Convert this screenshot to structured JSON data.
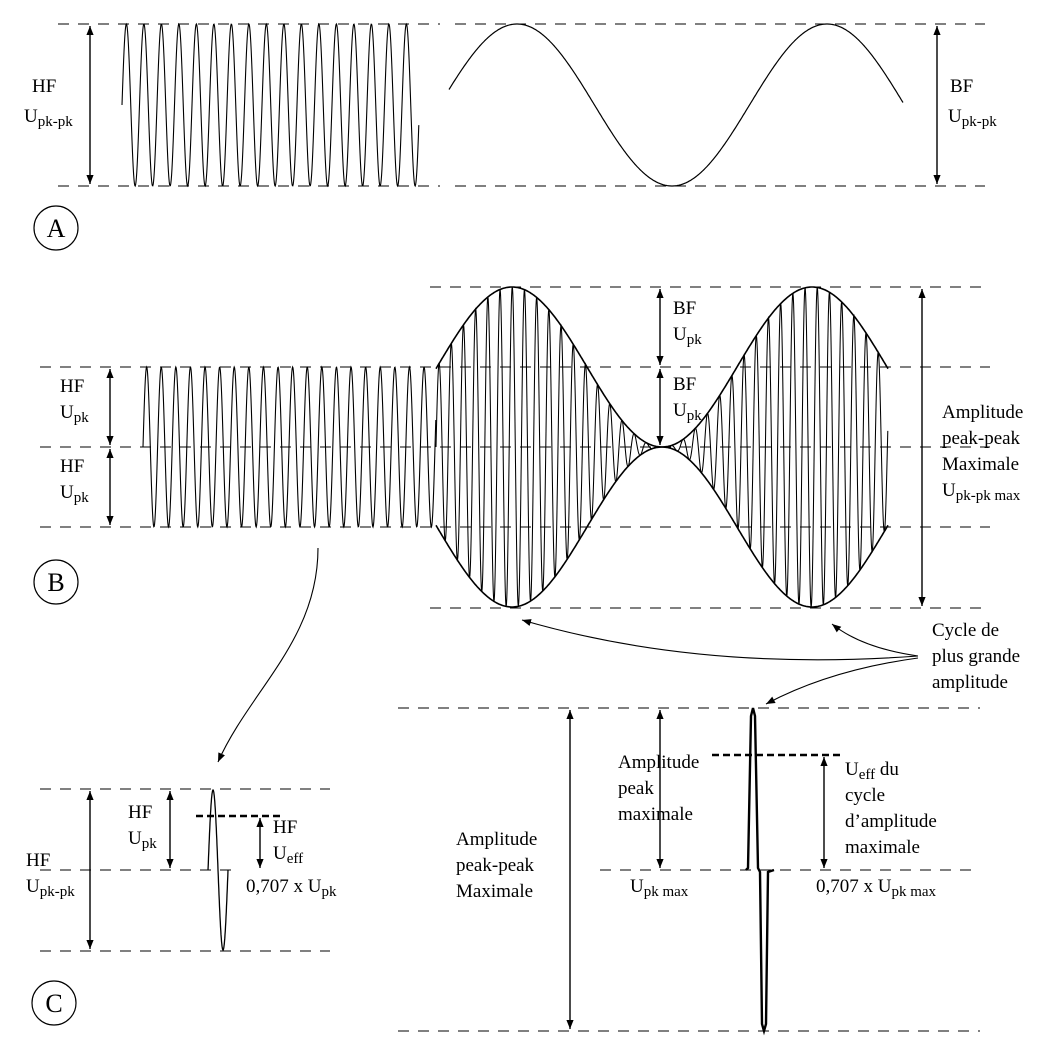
{
  "panels": {
    "a": {
      "label": "A"
    },
    "b": {
      "label": "B"
    },
    "c": {
      "label": "C"
    }
  },
  "labels": {
    "hf": "HF",
    "bf": "BF",
    "u": "U",
    "pk_pk": "pk-pk",
    "pk": "pk",
    "eff": "eff",
    "pk_max": "pk max",
    "pk_pk_max": "pk-pk max",
    "amplitude": "Amplitude",
    "peak_peak": "peak-peak",
    "maximale": "Maximale",
    "maximale_lc": "maximale",
    "peak": "peak",
    "cycle_de": "Cycle de",
    "plus_grande": "plus grande",
    "amplitude_lc": "amplitude",
    "factor": "0,707 x U",
    "du": " du",
    "cycle": "cycle",
    "d_amplitude": "d’amplitude"
  },
  "colors": {
    "ink": "#000000",
    "background": "#ffffff"
  }
}
